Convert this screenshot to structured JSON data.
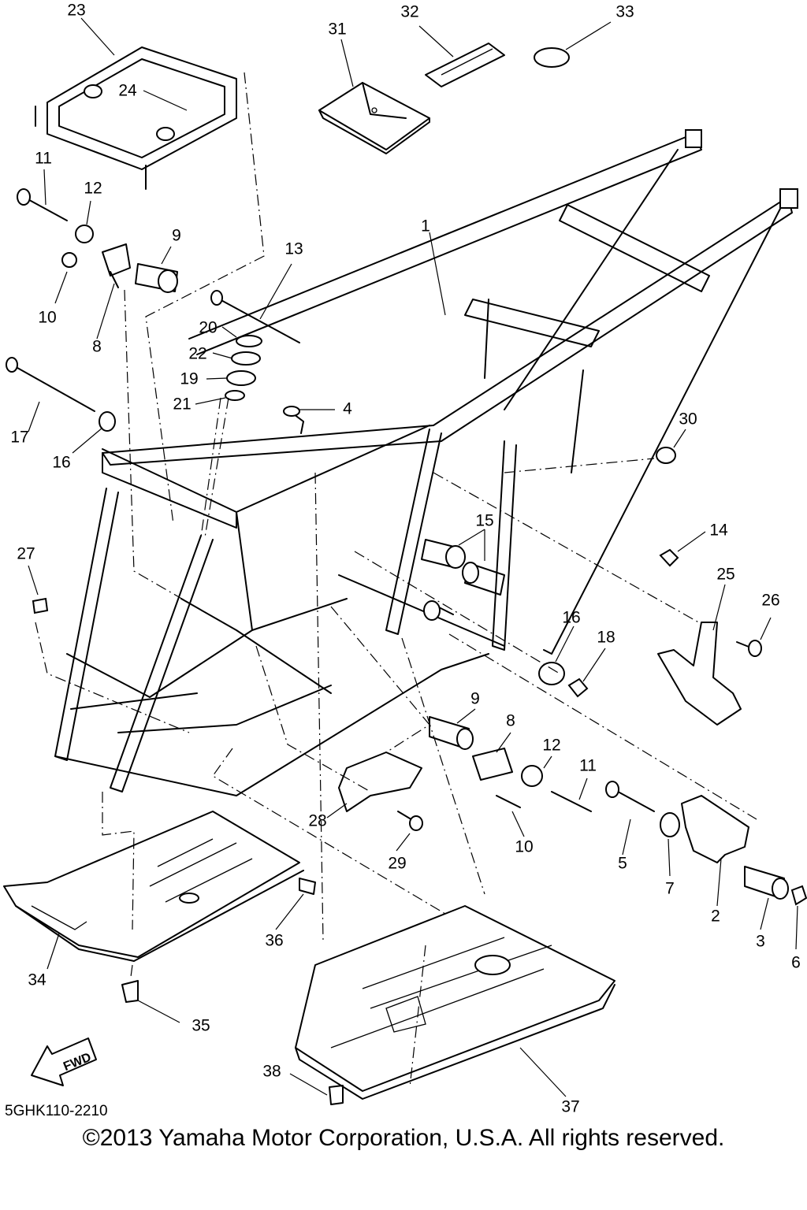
{
  "diagram": {
    "callouts": [
      "1",
      "2",
      "3",
      "4",
      "5",
      "6",
      "7",
      "8",
      "8",
      "9",
      "9",
      "10",
      "10",
      "11",
      "11",
      "12",
      "12",
      "13",
      "14",
      "15",
      "16",
      "16",
      "17",
      "18",
      "19",
      "20",
      "21",
      "22",
      "23",
      "24",
      "25",
      "26",
      "27",
      "28",
      "29",
      "30",
      "31",
      "32",
      "33",
      "34",
      "35",
      "36",
      "37",
      "38"
    ],
    "fwd_label": "FWD",
    "diagram_code": "5GHK110-2210",
    "copyright": "©2013 Yamaha Motor Corporation, U.S.A. All rights reserved."
  }
}
